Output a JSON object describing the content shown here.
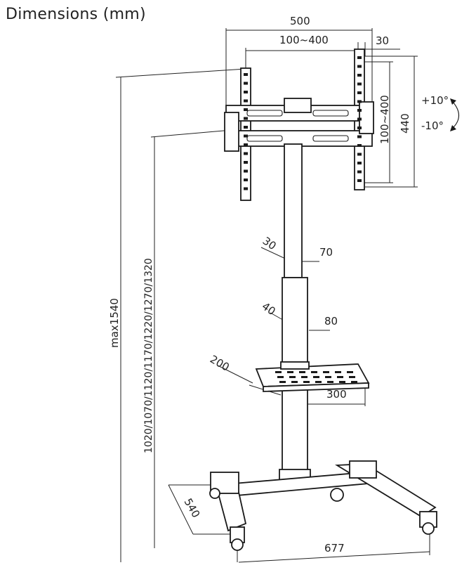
{
  "title": "Dimensions (mm)",
  "dimensions": {
    "overall_width": "500",
    "vesa_horizontal": "100~400",
    "bracket_depth": "30",
    "vesa_vertical": "100~400",
    "bracket_height": "440",
    "tilt_up": "+10°",
    "tilt_down": "-10°",
    "column_depth_upper": "30",
    "column_width_upper": "70",
    "column_depth_lower": "40",
    "column_width_lower": "80",
    "shelf_depth": "200",
    "shelf_width": "300",
    "max_height": "max1540",
    "height_positions": "1020/1070/1120/1170/1220/1270/1320",
    "base_depth": "540",
    "base_width": "677"
  }
}
